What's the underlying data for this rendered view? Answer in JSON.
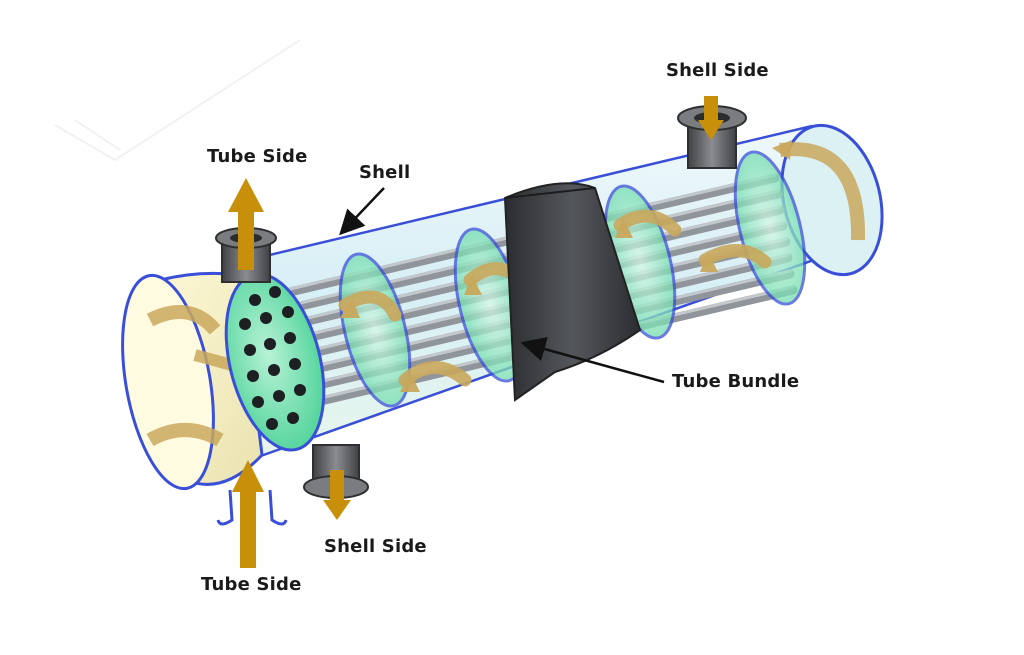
{
  "labels": {
    "shell_side_top": "Shell Side",
    "tube_side_top": "Tube Side",
    "shell": "Shell",
    "tube_bundle": "Tube Bundle",
    "shell_side_bottom": "Shell Side",
    "tube_side_bottom": "Tube Side"
  },
  "colors": {
    "shell_fill": "#dff0f5",
    "shell_edge": "#3a4fd8",
    "baffle": "#7de3b4",
    "tube": "#9aa0a6",
    "tube_sheet": "#6ee0b0",
    "flow_arrow": "#c9a85c",
    "nozzle_arrow": "#c8900a",
    "band": "#3d3f42",
    "nozzle": "#5a5c60"
  }
}
